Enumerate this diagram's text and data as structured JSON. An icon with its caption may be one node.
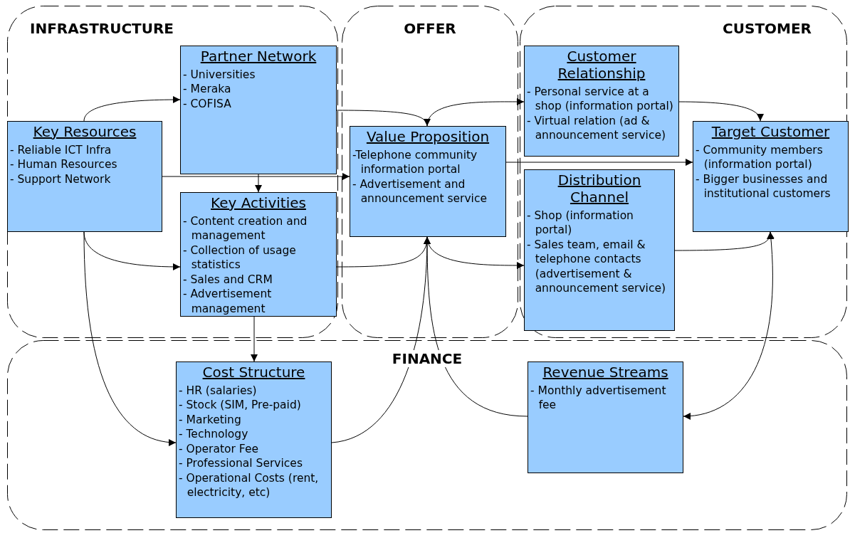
{
  "diagram": {
    "nodes": [
      {
        "text": [
          "INFRASTRUCTURE"
        ]
      },
      {
        "text": [
          "OFFER"
        ]
      },
      {
        "text": [
          "CUSTOMER"
        ]
      },
      {
        "text": [
          "FINANCE"
        ]
      },
      {
        "text": [
          "Partner Network",
          "- Universities",
          "- Meraka",
          "- COFISA"
        ],
        "in": 0
      },
      {
        "text": [
          "Key Resources",
          "- Reliable ICT Infra",
          "- Human Resources",
          "- Support Network"
        ],
        "in": 0
      },
      {
        "text": [
          "Key Activities",
          "- Content creation and management",
          "- Collection of usage statistics",
          "- Sales and CRM",
          "- Advertisement management"
        ],
        "in": 0
      },
      {
        "text": [
          "Value Proposition",
          "-Telephone community information portal",
          "- Advertisement and announcement service"
        ],
        "in": 1
      },
      {
        "text": [
          "Customer Relationship",
          "- Personal service at a shop (information portal)",
          "- Virtual relation (ad & announcement service)"
        ],
        "in": 2
      },
      {
        "text": [
          "Distribution Channel",
          "- Shop (information portal)",
          "- Sales team, email & telephone contacts (advertisement & announcement service)"
        ],
        "in": 2
      },
      {
        "text": [
          "Target Customer",
          "- Community members (information portal)",
          "- Bigger businesses and institutional customers"
        ],
        "in": 2
      },
      {
        "text": [
          "Cost Structure",
          "- HR (salaries)",
          "- Stock (SIM, Pre-paid)",
          "- Marketing",
          "- Technology",
          "- Operator Fee",
          "- Professional Services",
          "- Operational Costs (rent, electricity, etc)"
        ],
        "in": 3
      },
      {
        "text": [
          "Revenue Streams",
          "- Monthly advertisement fee"
        ],
        "in": 3
      }
    ],
    "edges": [
      {
        "from": 5,
        "to": 4,
        "arrow": "to"
      },
      {
        "from": 5,
        "to": 7,
        "arrow": "to"
      },
      {
        "from": 5,
        "to": 6,
        "arrow": "to"
      },
      {
        "from": 5,
        "to": 11,
        "arrow": "to"
      },
      {
        "from": 4,
        "to": 6,
        "arrow": "to"
      },
      {
        "from": 4,
        "to": 7,
        "arrow": "to"
      },
      {
        "from": 6,
        "to": 7,
        "arrow": "to"
      },
      {
        "from": 6,
        "to": 11,
        "arrow": "to"
      },
      {
        "from": 11,
        "to": 7,
        "arrow": "to"
      },
      {
        "from": 12,
        "to": 7,
        "arrow": "to"
      },
      {
        "from": 7,
        "to": 8,
        "arrow": "to"
      },
      {
        "from": 7,
        "to": 9,
        "arrow": "to"
      },
      {
        "from": 8,
        "to": 10,
        "arrow": "to"
      },
      {
        "from": 7,
        "to": 10,
        "arrow": "to"
      },
      {
        "from": 9,
        "to": 10,
        "arrow": "to"
      },
      {
        "from": 10,
        "to": 12,
        "arrow": "both"
      }
    ]
  }
}
